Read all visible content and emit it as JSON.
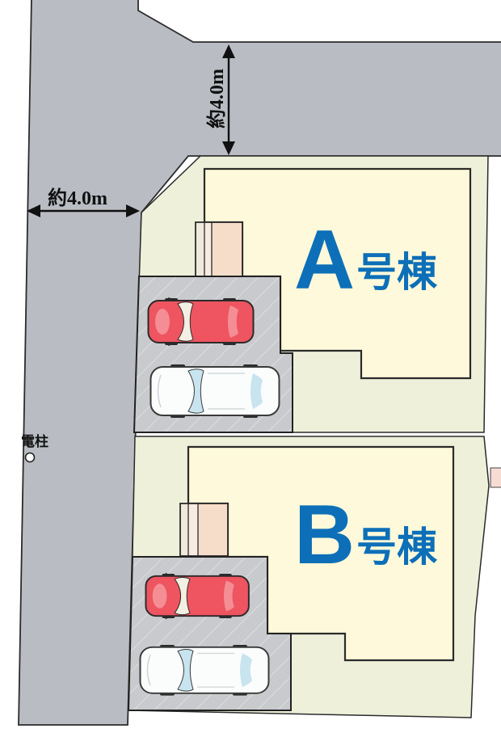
{
  "plan": {
    "title": "site-plan-two-lots",
    "buildings": [
      {
        "id": "a",
        "letter": "A",
        "suffix": "号棟"
      },
      {
        "id": "b",
        "letter": "B",
        "suffix": "号棟"
      }
    ],
    "annotations": {
      "road_width_vertical": "約4.0m",
      "road_width_horizontal": "約4.0m",
      "utility_pole_label": "電柱"
    },
    "colors": {
      "road": "#b9bdc3",
      "lot": "#eef0da",
      "house": "#fdf9da",
      "parking": "#c9cacd",
      "parking_hatch": "#e3e4e7",
      "outline": "#2b2b2b",
      "label_blue": "#0d6fb8",
      "porch_left": "#efeadb",
      "porch_mid": "#f8ece2",
      "porch_main": "#f6ddc9",
      "neighbor_pink": "#f7dcd4",
      "car_red": "#ee5560",
      "car_red_light": "#f58d94",
      "car_windshield": "#f3efe2",
      "car_white": "#fbfdfd",
      "car_window": "#c8e4ef",
      "text_black": "#111111"
    }
  }
}
